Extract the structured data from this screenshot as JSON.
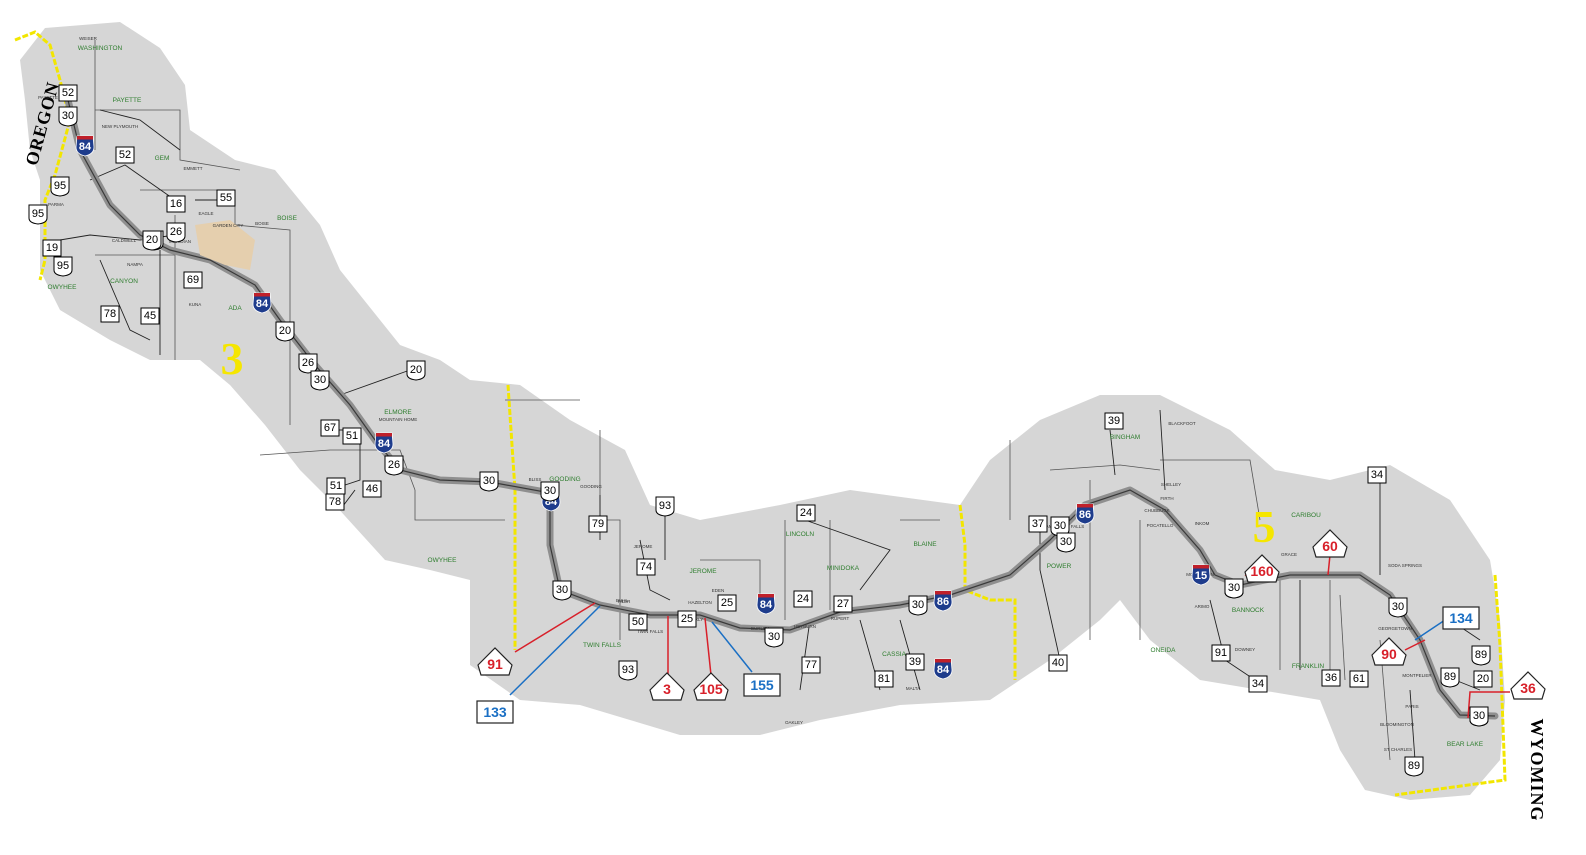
{
  "states": [
    {
      "label": "OREGON"
    },
    {
      "label": "WYOMING"
    }
  ],
  "districts": [
    {
      "label": "3"
    },
    {
      "label": "5"
    }
  ],
  "counties": [
    "WASHINGTON",
    "PAYETTE",
    "GEM",
    "BOISE",
    "CANYON",
    "ADA",
    "OWYHEE",
    "ELMORE",
    "GOODING",
    "OWYHEE",
    "JEROME",
    "LINCOLN",
    "BLAINE",
    "MINIDOKA",
    "TWIN FALLS",
    "CASSIA",
    "POWER",
    "BINGHAM",
    "BANNOCK",
    "CARIBOU",
    "FRANKLIN",
    "ONEIDA",
    "BEAR LAKE"
  ],
  "cities": [
    "WEISER",
    "PAYETTE",
    "NEW PLYMOUTH",
    "EMMETT",
    "EAGLE",
    "GARDEN CITY",
    "BOISE",
    "MERIDIAN",
    "CALDWELL",
    "NAMPA",
    "PARMA",
    "KUNA",
    "MOUNTAIN HOME",
    "BLISS",
    "GOODING",
    "JEROME",
    "EDEN",
    "HAZELTON",
    "BUHL",
    "TWIN FALLS",
    "KIMBERLY",
    "BURLEY",
    "HEYBURN",
    "RUPERT",
    "MALTA",
    "AMERICAN FALLS",
    "BLACKFOOT",
    "SHELLEY",
    "FIRTH",
    "CHUBBUCK",
    "POCATELLO",
    "INKOM",
    "MCCAMMON",
    "ARIMO",
    "DOWNEY",
    "SODA SPRINGS",
    "GEORGETOWN",
    "MONTPELIER",
    "PARIS",
    "BLOOMINGTON",
    "ST CHARLES",
    "OAKLEY",
    "GRACE",
    "FILER"
  ],
  "interstates": [
    "84",
    "84",
    "84",
    "84",
    "84",
    "84",
    "86",
    "86",
    "15"
  ],
  "us_routes": [
    "95",
    "95",
    "95",
    "20",
    "20",
    "20",
    "20",
    "26",
    "26",
    "26",
    "30",
    "30",
    "30",
    "30",
    "30",
    "30",
    "30",
    "30",
    "30",
    "30",
    "30",
    "30",
    "30",
    "93",
    "93",
    "30",
    "89",
    "89",
    "89"
  ],
  "state_routes": [
    "52",
    "52",
    "16",
    "55",
    "55",
    "19",
    "69",
    "78",
    "45",
    "67",
    "51",
    "51",
    "78",
    "46",
    "79",
    "74",
    "50",
    "25",
    "25",
    "24",
    "24",
    "27",
    "77",
    "81",
    "39",
    "39",
    "37",
    "40",
    "91",
    "34",
    "34",
    "36",
    "61",
    "20"
  ],
  "callouts": [
    {
      "label": "91",
      "color": "red",
      "shape": "pentagon"
    },
    {
      "label": "133",
      "color": "blue",
      "shape": "box"
    },
    {
      "label": "3",
      "color": "red",
      "shape": "pentagon"
    },
    {
      "label": "105",
      "color": "red",
      "shape": "pentagon"
    },
    {
      "label": "155",
      "color": "blue",
      "shape": "box"
    },
    {
      "label": "160",
      "color": "red",
      "shape": "pentagon"
    },
    {
      "label": "60",
      "color": "red",
      "shape": "pentagon"
    },
    {
      "label": "134",
      "color": "blue",
      "shape": "box"
    },
    {
      "label": "90",
      "color": "red",
      "shape": "pentagon"
    },
    {
      "label": "36",
      "color": "red",
      "shape": "pentagon"
    }
  ],
  "colors": {
    "region_fill": "#d6d6d6",
    "route_corridor": "#8f8f8f",
    "county_line": "#555555",
    "state_line": "#f2e600",
    "callout_red": "#d8202a",
    "callout_blue": "#1a6fc4",
    "county_text": "#2e7d2e",
    "interstate_blue": "#1e3c8c",
    "interstate_red": "#c0202a"
  }
}
